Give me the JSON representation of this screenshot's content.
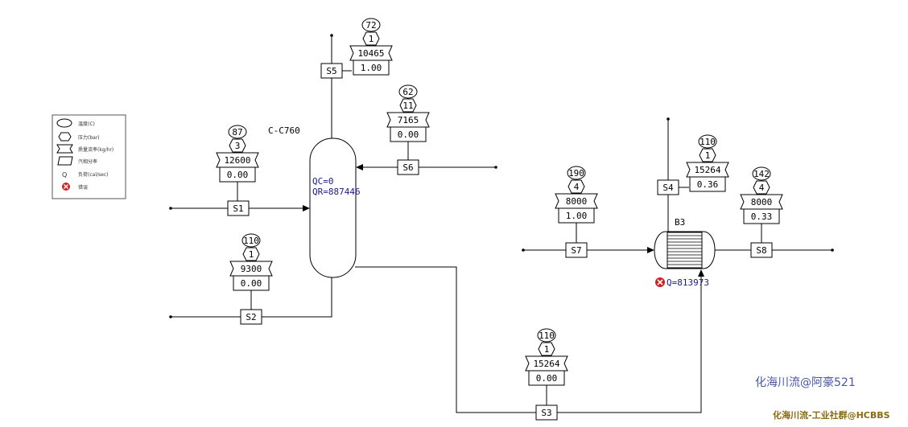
{
  "legend": {
    "items": [
      {
        "shape": "ellipse",
        "label": "温度(C)"
      },
      {
        "shape": "hexagon",
        "label": "压力(bar)"
      },
      {
        "shape": "bowtie",
        "label": "质量流率(kg/hr)"
      },
      {
        "shape": "parallelogram",
        "label": "汽相分率"
      },
      {
        "shape": "q",
        "symbol": "Q",
        "label": "负荷(cal/sec)"
      },
      {
        "shape": "error",
        "label": "错误"
      }
    ]
  },
  "column": {
    "name": "C-C760",
    "qc": "QC=0",
    "qr": "QR=887446"
  },
  "exchanger": {
    "name": "B3",
    "duty": "Q=813973",
    "status_color": "#cc2222"
  },
  "streams": {
    "S1": {
      "label": "S1",
      "temperature": "87",
      "pressure": "3",
      "mass_flow": "12600",
      "vapor_fraction": "0.00"
    },
    "S2": {
      "label": "S2",
      "temperature": "110",
      "pressure": "1",
      "mass_flow": "9300",
      "vapor_fraction": "0.00"
    },
    "S3": {
      "label": "S3",
      "temperature": "110",
      "pressure": "1",
      "mass_flow": "15264",
      "vapor_fraction": "0.00"
    },
    "S4": {
      "label": "S4",
      "temperature": "110",
      "pressure": "1",
      "mass_flow": "15264",
      "vapor_fraction": "0.36"
    },
    "S5": {
      "label": "S5",
      "temperature": "72",
      "pressure": "1",
      "mass_flow": "10465",
      "vapor_fraction": "1.00"
    },
    "S6": {
      "label": "S6",
      "temperature": "62",
      "pressure": "11",
      "mass_flow": "7165",
      "vapor_fraction": "0.00"
    },
    "S7": {
      "label": "S7",
      "temperature": "190",
      "pressure": "4",
      "mass_flow": "8000",
      "vapor_fraction": "1.00"
    },
    "S8": {
      "label": "S8",
      "temperature": "142",
      "pressure": "4",
      "mass_flow": "8000",
      "vapor_fraction": "0.33"
    }
  },
  "watermarks": {
    "main": "化海川流@阿豪521",
    "footer": "化海川流-工业社群@HCBBS"
  },
  "colors": {
    "watermark_main": "#4a56a8",
    "watermark_footer": "#8a6a10",
    "column_text": "#1a1a8c"
  }
}
